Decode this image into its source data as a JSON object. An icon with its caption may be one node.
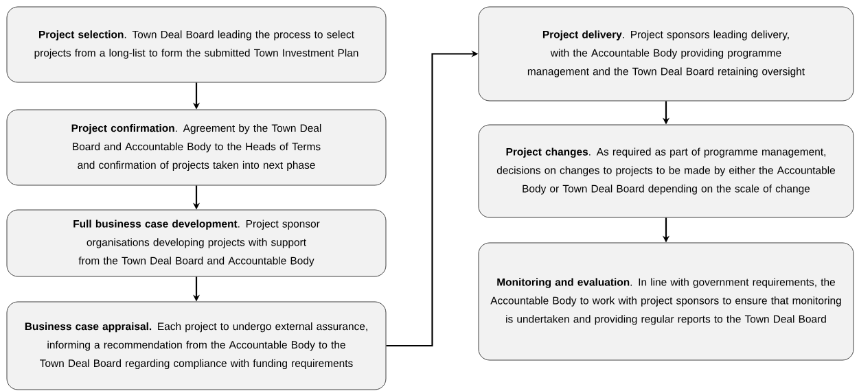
{
  "diagram": {
    "nodes": [
      {
        "text": [
          "**Project selection**. Town Deal Board leading the process to select projects from a long-list to form the submitted Town Investment Plan"
        ]
      },
      {
        "text": [
          "**Project confirmation**. Agreement by the Town Deal Board and Accountable Body to the Heads of Terms and confirmation of projects taken into next phase"
        ]
      },
      {
        "text": [
          "**Full business case development**. Project sponsor organisations developing projects with support from the Town Deal Board and Accountable Body"
        ]
      },
      {
        "text": [
          "**Business case appraisal.** Each project to undergo external assurance, informing a recommendation from the Accountable Body to the Town Deal Board regarding compliance with funding requirements"
        ]
      },
      {
        "text": [
          "**Project delivery**. Project sponsors leading delivery, with the Accountable Body providing programme management and the Town Deal Board retaining oversight"
        ]
      },
      {
        "text": [
          "**Project changes**. As required as part of programme management, decisions on changes to projects to be made by either the Accountable Body or Town Deal Board depending on the scale of change"
        ]
      },
      {
        "text": [
          "**Monitoring and evaluation**. In line with government requirements, the Accountable Body to work with project sponsors to ensure that monitoring is undertaken and providing regular reports to the Town Deal Board"
        ]
      }
    ],
    "edges": [
      {
        "from": 0,
        "to": 1,
        "arrow": "to"
      },
      {
        "from": 1,
        "to": 2,
        "arrow": "to"
      },
      {
        "from": 2,
        "to": 3,
        "arrow": "to"
      },
      {
        "from": 3,
        "to": 4,
        "arrow": "to"
      },
      {
        "from": 4,
        "to": 5,
        "arrow": "to"
      },
      {
        "from": 5,
        "to": 6,
        "arrow": "to"
      }
    ]
  }
}
